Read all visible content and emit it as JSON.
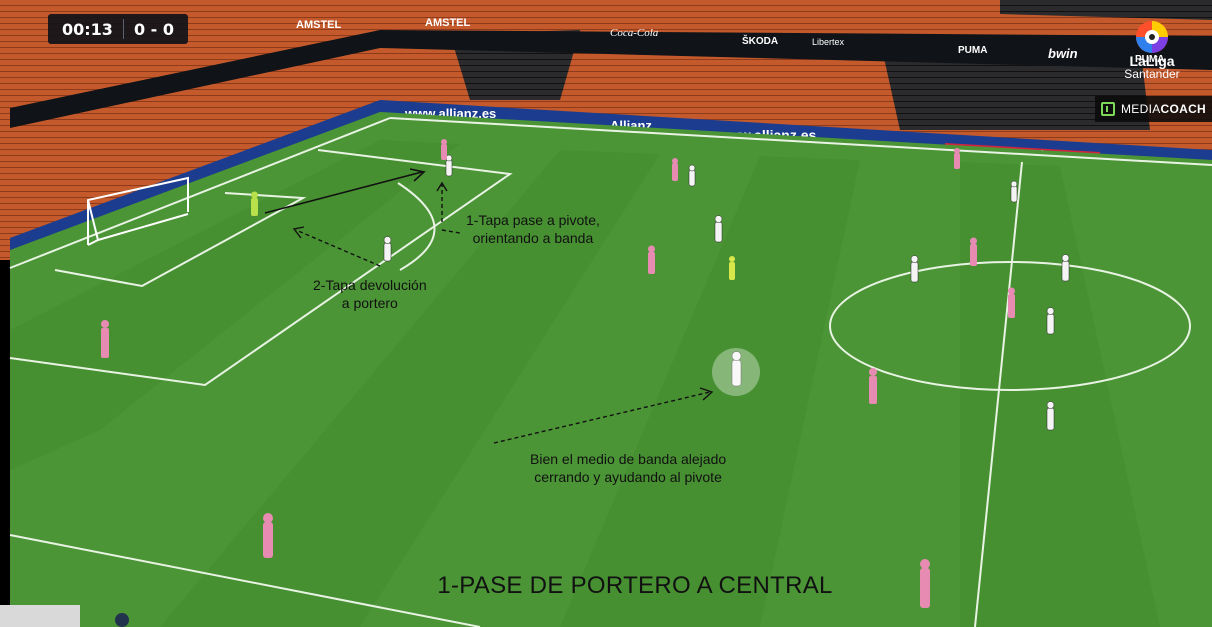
{
  "scoreboard": {
    "clock": "00:13",
    "score": "0 - 0"
  },
  "broadcaster": {
    "logo_line1": "LaLiga",
    "logo_line2": "Santander",
    "mediacoach_prefix": "MEDIA",
    "mediacoach_bold": "COACH"
  },
  "annotations": {
    "a1_line1": "1-Tapa pase a pivote,",
    "a1_line2": "orientando a banda",
    "a2_line1": "2-Tapa devolución",
    "a2_line2": "a portero",
    "a3_line1": "Bien el medio de banda alejado",
    "a3_line2": "cerrando y ayudando al pivote"
  },
  "caption": "1-PASE DE PORTERO A CENTRAL",
  "ad_boards": [
    "AMSTEL",
    "Coca-Cola",
    "ŠKODA",
    "Libertex",
    "bwin",
    "PUMA",
    "Allianz",
    "www.allianz.es",
    "LaLiga Santander"
  ],
  "colors": {
    "pitch_light": "#4f9a3a",
    "pitch_dark": "#3f862d",
    "home_kit": "#f4f4f4",
    "away_kit": "#e88bb3",
    "stands": "#c8582c",
    "keeper": "#b8e04a"
  }
}
